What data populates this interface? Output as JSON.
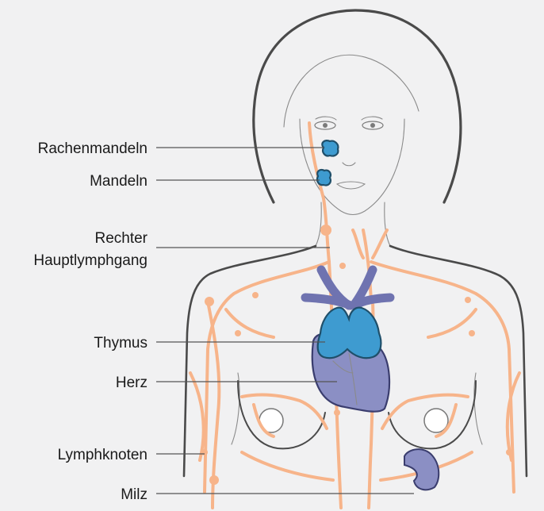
{
  "labels": {
    "rachenmandeln": "Rachenmandeln",
    "mandeln": "Mandeln",
    "rechter_line1": "Rechter",
    "rechter_line2": "Hauptlymphgang",
    "thymus": "Thymus",
    "herz": "Herz",
    "lymphknoten": "Lymphknoten",
    "milz": "Milz"
  },
  "colors": {
    "background": "#f1f1f2",
    "lymph": "#f7b48a",
    "lymphoid_organ": "#3e9bd0",
    "heart_spleen": "#8b8fc4",
    "vessels": "#6f73b0",
    "outline": "#4a4a4a"
  }
}
